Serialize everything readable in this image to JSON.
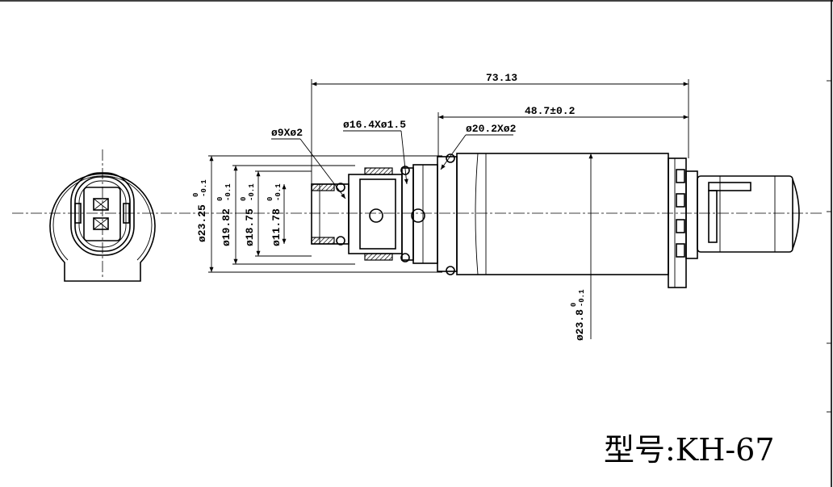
{
  "model_label": "型号:KH-67",
  "dimensions": {
    "overall_length": "73.13",
    "body_length": "48.7±0.2",
    "oring_small": "ø9Xø2",
    "oring_mid": "ø16.4Xø1.5",
    "oring_large": "ø20.2Xø2",
    "dia_2325": "ø23.25",
    "dia_1982": "ø19.82",
    "dia_1875": "ø18.75",
    "dia_1178": "ø11.78",
    "dia_238": "ø23.8",
    "tol_upper": "0",
    "tol_lower": "-0.1"
  }
}
